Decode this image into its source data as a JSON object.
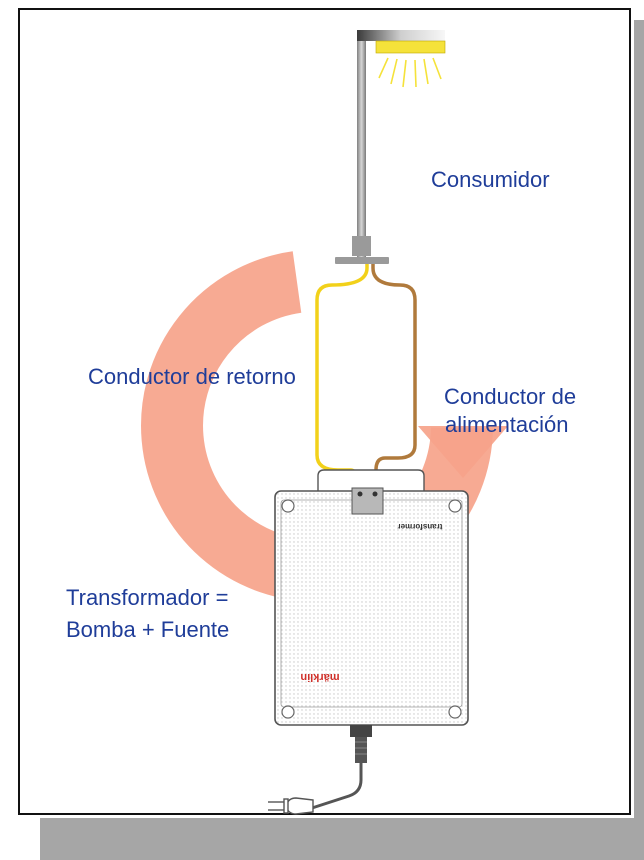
{
  "labels": {
    "consumer": "Consumidor",
    "return_conductor": "Conductor de retorno",
    "supply_conductor_line1": "Conductor de",
    "supply_conductor_line2": "alimentación",
    "transformer_line1": "Transformador =",
    "transformer_line2": "Bomba + Fuente"
  },
  "device_text": {
    "brand": "märklin",
    "model": "transformer"
  },
  "colors": {
    "label_text": "#1f3d99",
    "return_wire": "#f2d11a",
    "supply_wire": "#b07a3c",
    "flow_arrow": "#f6a38a",
    "lamp_light": "#f5e23a",
    "brand_red": "#d0302a",
    "frame_shadow": "#a6a6a6"
  },
  "icons": [
    "lamp-icon",
    "light-rays-icon",
    "flow-arrow-icon",
    "transformer-icon",
    "plug-icon"
  ]
}
